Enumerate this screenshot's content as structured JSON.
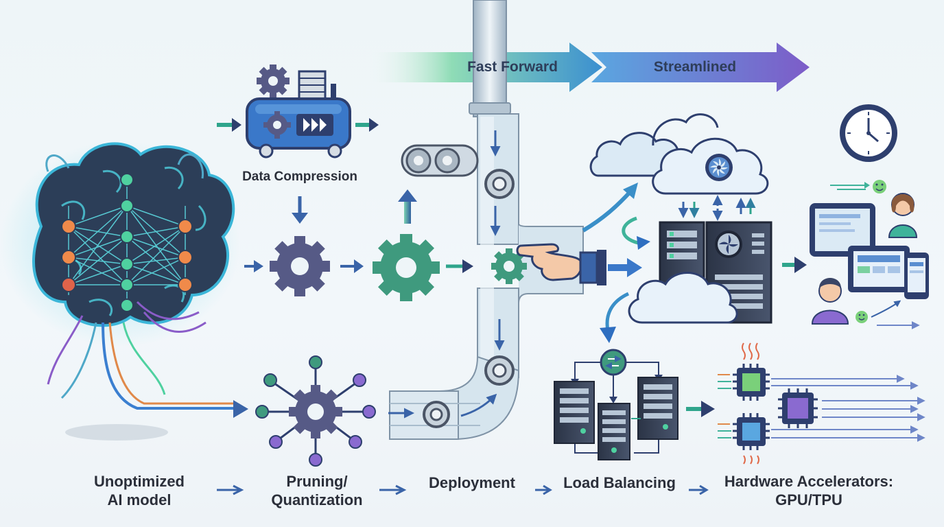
{
  "banner": {
    "fast_forward": "Fast Forward",
    "streamlined": "Streamlined"
  },
  "labels": {
    "data_compression": "Data Compression",
    "unoptimized_line1": "Unoptimized",
    "unoptimized_line2": "AI model",
    "pruning_line1": "Pruning/",
    "pruning_line2": "Quantization",
    "deployment": "Deployment",
    "load_balancing": "Load Balancing",
    "hardware_line1": "Hardware Accelerators:",
    "hardware_line2": "GPU/TPU"
  },
  "colors": {
    "teal": "#2fa58c",
    "navy": "#2e3f6e",
    "gear_purple": "#565a86",
    "gear_green": "#3f9a7e",
    "pipe": "#c6d6e2",
    "arrow_blue": "#3a64a8",
    "compressor": "#3a78c9"
  },
  "icons": [
    "brain-network-icon",
    "compressor-icon",
    "gear-icon",
    "pipeline-icon",
    "hand-icon",
    "cloud-icon",
    "server-icon",
    "clock-icon",
    "tablet-icon",
    "monitor-icon",
    "phone-icon",
    "user-icon",
    "smiley-icon",
    "chip-icon"
  ]
}
